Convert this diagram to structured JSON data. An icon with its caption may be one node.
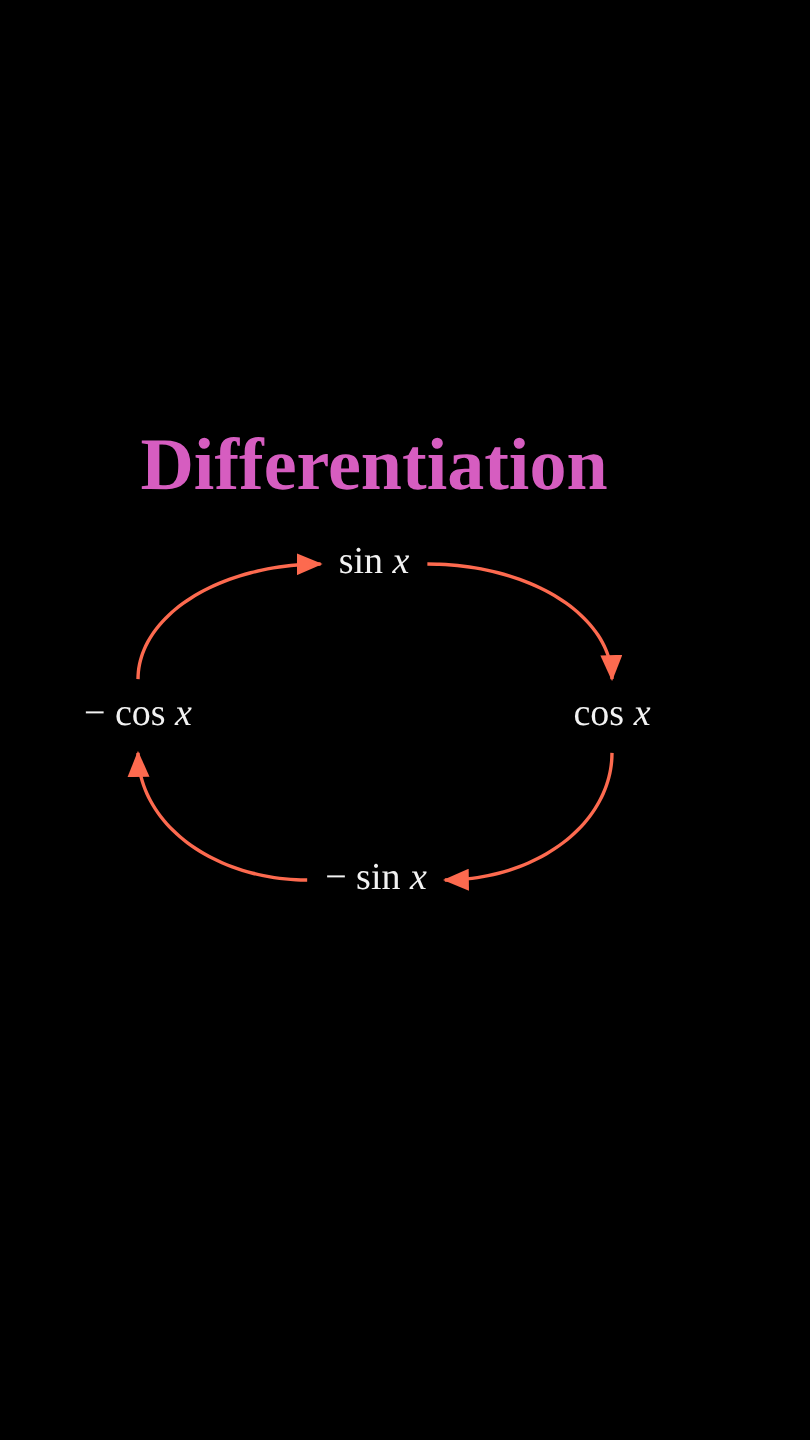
{
  "diagram": {
    "title": "Differentiation",
    "nodes": [
      {
        "text": [
          "sin *x*"
        ]
      },
      {
        "text": [
          "cos *x*"
        ]
      },
      {
        "text": [
          "− sin *x*"
        ]
      },
      {
        "text": [
          "− cos *x*"
        ]
      }
    ],
    "edges": [
      {
        "from": 0,
        "to": 1,
        "arrow": "to"
      },
      {
        "from": 1,
        "to": 2,
        "arrow": "to"
      },
      {
        "from": 2,
        "to": 3,
        "arrow": "to"
      },
      {
        "from": 3,
        "to": 0,
        "arrow": "to"
      }
    ]
  }
}
